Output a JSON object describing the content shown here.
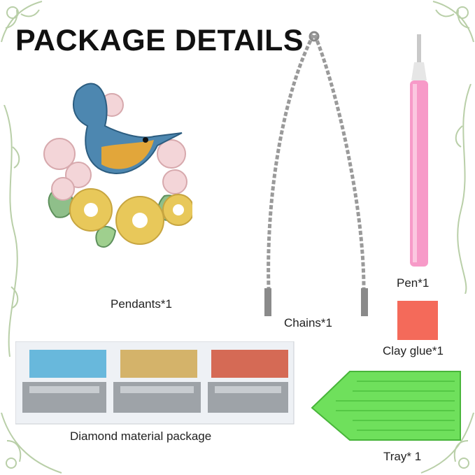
{
  "title": "PACKAGE DETAILS",
  "items": {
    "pendant": "Pendants*1",
    "chains": "Chains*1",
    "pen": "Pen*1",
    "clay_glue": "Clay glue*1",
    "diamond_package": "Diamond material package",
    "tray": "Tray* 1"
  },
  "colors": {
    "ornament": "#b9cfa8",
    "pen_pink": "#f79ac8",
    "clay": "#f46a5a",
    "tray": "#6fe05c",
    "chain": "#9a9a9a"
  }
}
